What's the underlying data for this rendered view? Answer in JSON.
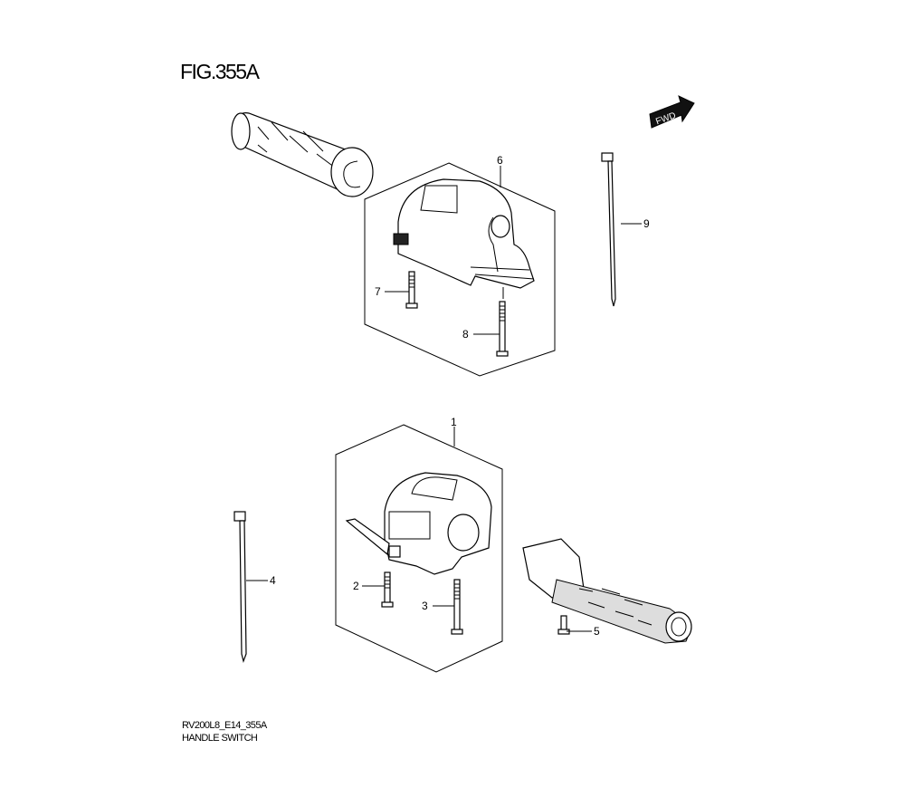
{
  "figure": {
    "title": "FIG.355A",
    "code": "RV200L8_E14_355A",
    "name": "HANDLE SWITCH"
  },
  "direction_marker": {
    "label": "FWD",
    "icon": "forward-arrow-icon"
  },
  "callouts": [
    "1",
    "2",
    "3",
    "4",
    "5",
    "6",
    "7",
    "8",
    "9"
  ]
}
